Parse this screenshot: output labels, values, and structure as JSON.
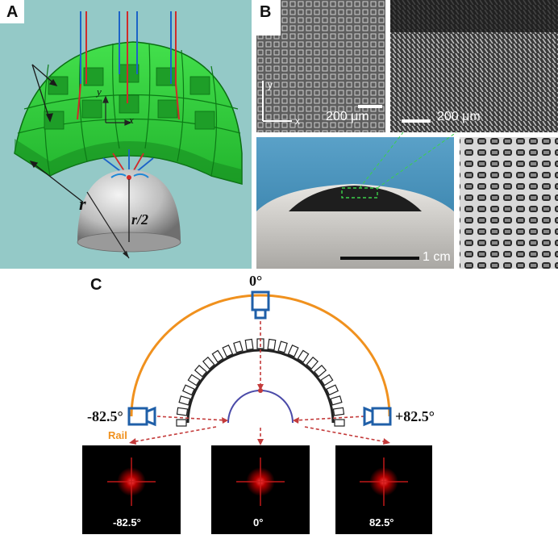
{
  "panel_a": {
    "letter": "A",
    "radius_label": "r",
    "half_radius_label": "r/2",
    "axis_y": "y",
    "axis_x": "x"
  },
  "panel_b": {
    "letter": "B",
    "scalebar_1": "200 μm",
    "scalebar_2": "200 μm",
    "scalebar_3": "1 cm",
    "axis_y": "y",
    "axis_x": "x"
  },
  "panel_c": {
    "letter": "C",
    "angle_top": "0°",
    "angle_left": "-82.5°",
    "angle_right": "+82.5°",
    "rail_label": "Rail",
    "spot_labels": [
      "-82.5°",
      "0°",
      "82.5°"
    ]
  },
  "colors": {
    "panel_a_bg": "#94c9c7",
    "eye_green": "#2fd13a",
    "rail_orange": "#f0911e",
    "camera_blue": "#1f5fa8",
    "laser_red": "#e0201e",
    "spot_bg": "#000000"
  }
}
